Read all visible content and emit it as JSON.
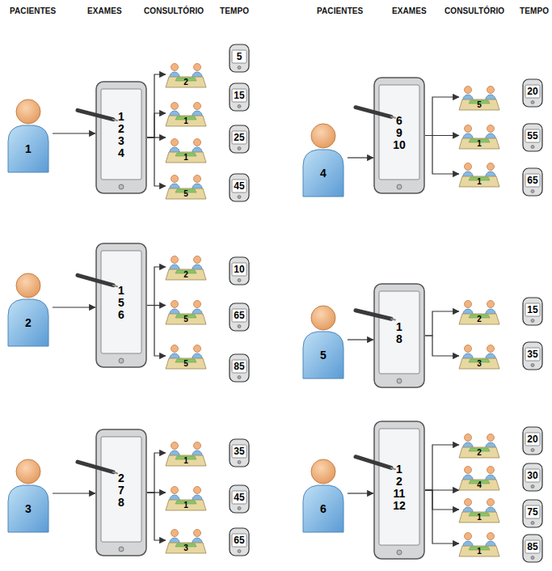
{
  "diagram": {
    "nodes": [
      {
        "text": [
          "1"
        ]
      },
      {
        "text": [
          "1",
          "2",
          "3",
          "4"
        ]
      },
      {
        "text": [
          "2"
        ]
      },
      {
        "text": [
          "1"
        ]
      },
      {
        "text": [
          "1"
        ]
      },
      {
        "text": [
          "5"
        ]
      },
      {
        "text": [
          "5"
        ]
      },
      {
        "text": [
          "15"
        ]
      },
      {
        "text": [
          "25"
        ]
      },
      {
        "text": [
          "45"
        ]
      },
      {
        "text": [
          "2"
        ]
      },
      {
        "text": [
          "1",
          "5",
          "6"
        ]
      },
      {
        "text": [
          "2"
        ]
      },
      {
        "text": [
          "5"
        ]
      },
      {
        "text": [
          "5"
        ]
      },
      {
        "text": [
          "10"
        ]
      },
      {
        "text": [
          "65"
        ]
      },
      {
        "text": [
          "85"
        ]
      },
      {
        "text": [
          "3"
        ]
      },
      {
        "text": [
          "2",
          "7",
          "8"
        ]
      },
      {
        "text": [
          "1"
        ]
      },
      {
        "text": [
          "1"
        ]
      },
      {
        "text": [
          "3"
        ]
      },
      {
        "text": [
          "35"
        ]
      },
      {
        "text": [
          "45"
        ]
      },
      {
        "text": [
          "65"
        ]
      },
      {
        "text": [
          "4"
        ]
      },
      {
        "text": [
          "6",
          "9",
          "10"
        ]
      },
      {
        "text": [
          "5"
        ]
      },
      {
        "text": [
          "1"
        ]
      },
      {
        "text": [
          "1"
        ]
      },
      {
        "text": [
          "20"
        ]
      },
      {
        "text": [
          "55"
        ]
      },
      {
        "text": [
          "65"
        ]
      },
      {
        "text": [
          "5"
        ]
      },
      {
        "text": [
          "1",
          "8"
        ]
      },
      {
        "text": [
          "2"
        ]
      },
      {
        "text": [
          "3"
        ]
      },
      {
        "text": [
          "15"
        ]
      },
      {
        "text": [
          "35"
        ]
      },
      {
        "text": [
          "6"
        ]
      },
      {
        "text": [
          "1",
          "2",
          "11",
          "12"
        ]
      },
      {
        "text": [
          "2"
        ]
      },
      {
        "text": [
          "4"
        ]
      },
      {
        "text": [
          "1"
        ]
      },
      {
        "text": [
          "1"
        ]
      },
      {
        "text": [
          "20"
        ]
      },
      {
        "text": [
          "30"
        ]
      },
      {
        "text": [
          "75"
        ]
      },
      {
        "text": [
          "85"
        ]
      }
    ],
    "edges": [
      {
        "from": 0,
        "to": 1,
        "arrow": "to"
      },
      {
        "from": 1,
        "to": 2,
        "arrow": "to"
      },
      {
        "from": 1,
        "to": 3,
        "arrow": "to"
      },
      {
        "from": 1,
        "to": 4,
        "arrow": "to"
      },
      {
        "from": 1,
        "to": 5,
        "arrow": "to"
      },
      {
        "from": 10,
        "to": 11,
        "arrow": "to"
      },
      {
        "from": 11,
        "to": 12,
        "arrow": "to"
      },
      {
        "from": 11,
        "to": 13,
        "arrow": "to"
      },
      {
        "from": 11,
        "to": 14,
        "arrow": "to"
      },
      {
        "from": 18,
        "to": 19,
        "arrow": "to"
      },
      {
        "from": 19,
        "to": 20,
        "arrow": "to"
      },
      {
        "from": 19,
        "to": 21,
        "arrow": "to"
      },
      {
        "from": 19,
        "to": 22,
        "arrow": "to"
      },
      {
        "from": 26,
        "to": 27,
        "arrow": "to"
      },
      {
        "from": 27,
        "to": 28,
        "arrow": "to"
      },
      {
        "from": 27,
        "to": 29,
        "arrow": "to"
      },
      {
        "from": 27,
        "to": 30,
        "arrow": "to"
      },
      {
        "from": 34,
        "to": 35,
        "arrow": "to"
      },
      {
        "from": 35,
        "to": 36,
        "arrow": "to"
      },
      {
        "from": 35,
        "to": 37,
        "arrow": "to"
      },
      {
        "from": 40,
        "to": 41,
        "arrow": "to"
      },
      {
        "from": 41,
        "to": 42,
        "arrow": "to"
      },
      {
        "from": 41,
        "to": 43,
        "arrow": "to"
      },
      {
        "from": 41,
        "to": 44,
        "arrow": "to"
      },
      {
        "from": 41,
        "to": 45,
        "arrow": "to"
      }
    ],
    "labels": [
      "PACIENTES",
      "EXAMES",
      "CONSULTÓRIO",
      "TEMPO",
      "PACIENTES",
      "EXAMES",
      "CONSULTÓRIO",
      "TEMPO"
    ]
  }
}
